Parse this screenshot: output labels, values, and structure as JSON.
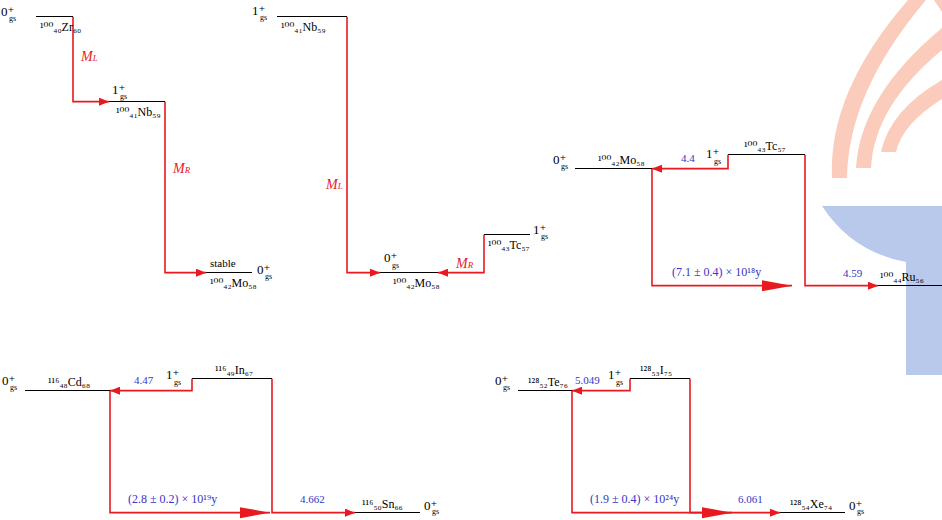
{
  "diagram": {
    "nodes": [
      {
        "text": [
          "0⁺",
          "gs",
          "¹⁰⁰₄₀Zr₆₀"
        ]
      },
      {
        "text": [
          "1⁺",
          "gs",
          "¹⁰⁰₄₁Nb₅₉"
        ]
      },
      {
        "text": [
          "stable",
          "0⁺",
          "gs",
          "¹⁰⁰₄₂Mo₅₈"
        ]
      },
      {
        "text": [
          "1⁺",
          "gs",
          "¹⁰⁰₄₁Nb₅₉"
        ]
      },
      {
        "text": [
          "0⁺",
          "gs",
          "¹⁰⁰₄₂Mo₅₈"
        ]
      },
      {
        "text": [
          "1⁺",
          "gs",
          "¹⁰⁰₄₃Tc₅₇"
        ]
      },
      {
        "text": [
          "0⁺",
          "gs",
          "¹⁰⁰₄₂Mo₅₈"
        ]
      },
      {
        "text": [
          "1⁺",
          "gs",
          "¹⁰⁰₄₃Tc₅₇"
        ]
      },
      {
        "text": [
          "¹⁰⁰₄₄Ru₅₆"
        ]
      },
      {
        "text": [
          "0⁺",
          "gs",
          "¹¹⁶₄₈Cd₆₈"
        ]
      },
      {
        "text": [
          "1⁺",
          "gs",
          "¹¹⁶₄₉In₆₇"
        ]
      },
      {
        "text": [
          "¹¹⁶₅₀Sn₆₆",
          "0⁺",
          "gs"
        ]
      },
      {
        "text": [
          "0⁺",
          "gs",
          "¹²⁸₅₂Te₇₆"
        ]
      },
      {
        "text": [
          "1⁺",
          "gs",
          "¹²⁸₅₃I₇₅"
        ]
      },
      {
        "text": [
          "¹²⁸₅₄Xe₇₄",
          "0⁺",
          "gs"
        ]
      }
    ],
    "edges": [
      {
        "from": 0,
        "to": 1,
        "arrow": "to",
        "label": "ML"
      },
      {
        "from": 1,
        "to": 2,
        "arrow": "to",
        "label": "MR"
      },
      {
        "from": 3,
        "to": 4,
        "arrow": "to",
        "label": "ML"
      },
      {
        "from": 5,
        "to": 4,
        "arrow": "to",
        "label": "MR"
      },
      {
        "from": 7,
        "to": 6,
        "arrow": "to",
        "label": "4.4"
      },
      {
        "from": 6,
        "to": 8,
        "arrow": "to",
        "label": "(7.1 ± 0.4) × 10¹⁸y"
      },
      {
        "from": 7,
        "to": 8,
        "arrow": "to",
        "label": "4.59"
      },
      {
        "from": 10,
        "to": 9,
        "arrow": "to",
        "label": "4.47"
      },
      {
        "from": 9,
        "to": 11,
        "arrow": "to",
        "label": "(2.8 ± 0.2) × 10¹⁹y"
      },
      {
        "from": 10,
        "to": 11,
        "arrow": "to",
        "label": "4.662"
      },
      {
        "from": 13,
        "to": 12,
        "arrow": "to",
        "label": "5.049"
      },
      {
        "from": 12,
        "to": 14,
        "arrow": "to",
        "label": "(1.9 ± 0.4) × 10²⁴y"
      },
      {
        "from": 13,
        "to": 14,
        "arrow": "to",
        "label": "6.061"
      }
    ]
  }
}
